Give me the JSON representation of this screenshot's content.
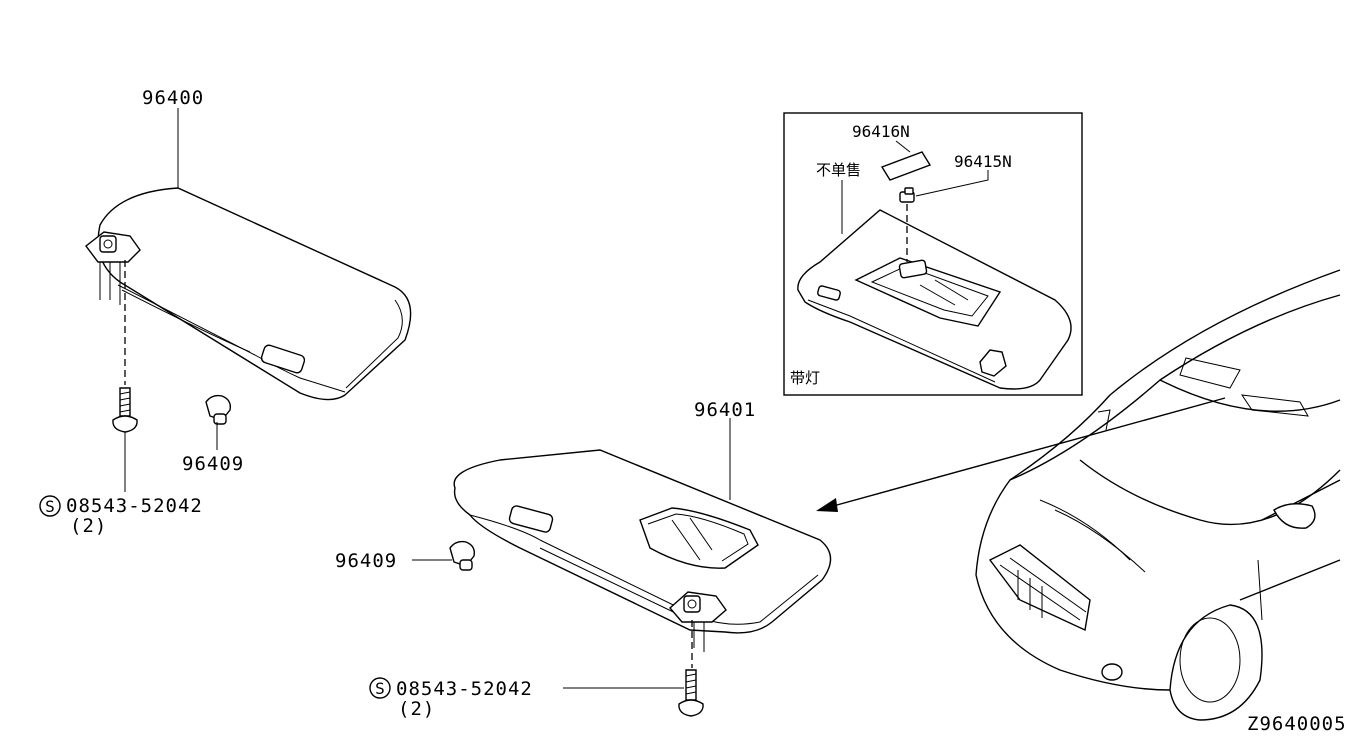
{
  "labels": {
    "visor_left": "96400",
    "visor_right": "96401",
    "clip_a": "96409",
    "clip_b": "96409",
    "screw_a": "08543-52042",
    "screw_a_qty": "(2)",
    "screw_b": "08543-52042",
    "screw_b_qty": "(2)",
    "lamp_lens": "96416N",
    "lamp_bulb": "96415N",
    "not_sold": "不单售",
    "with_lamp": "带灯",
    "standard_symbol": "S",
    "diagram_id": "Z9640005"
  }
}
